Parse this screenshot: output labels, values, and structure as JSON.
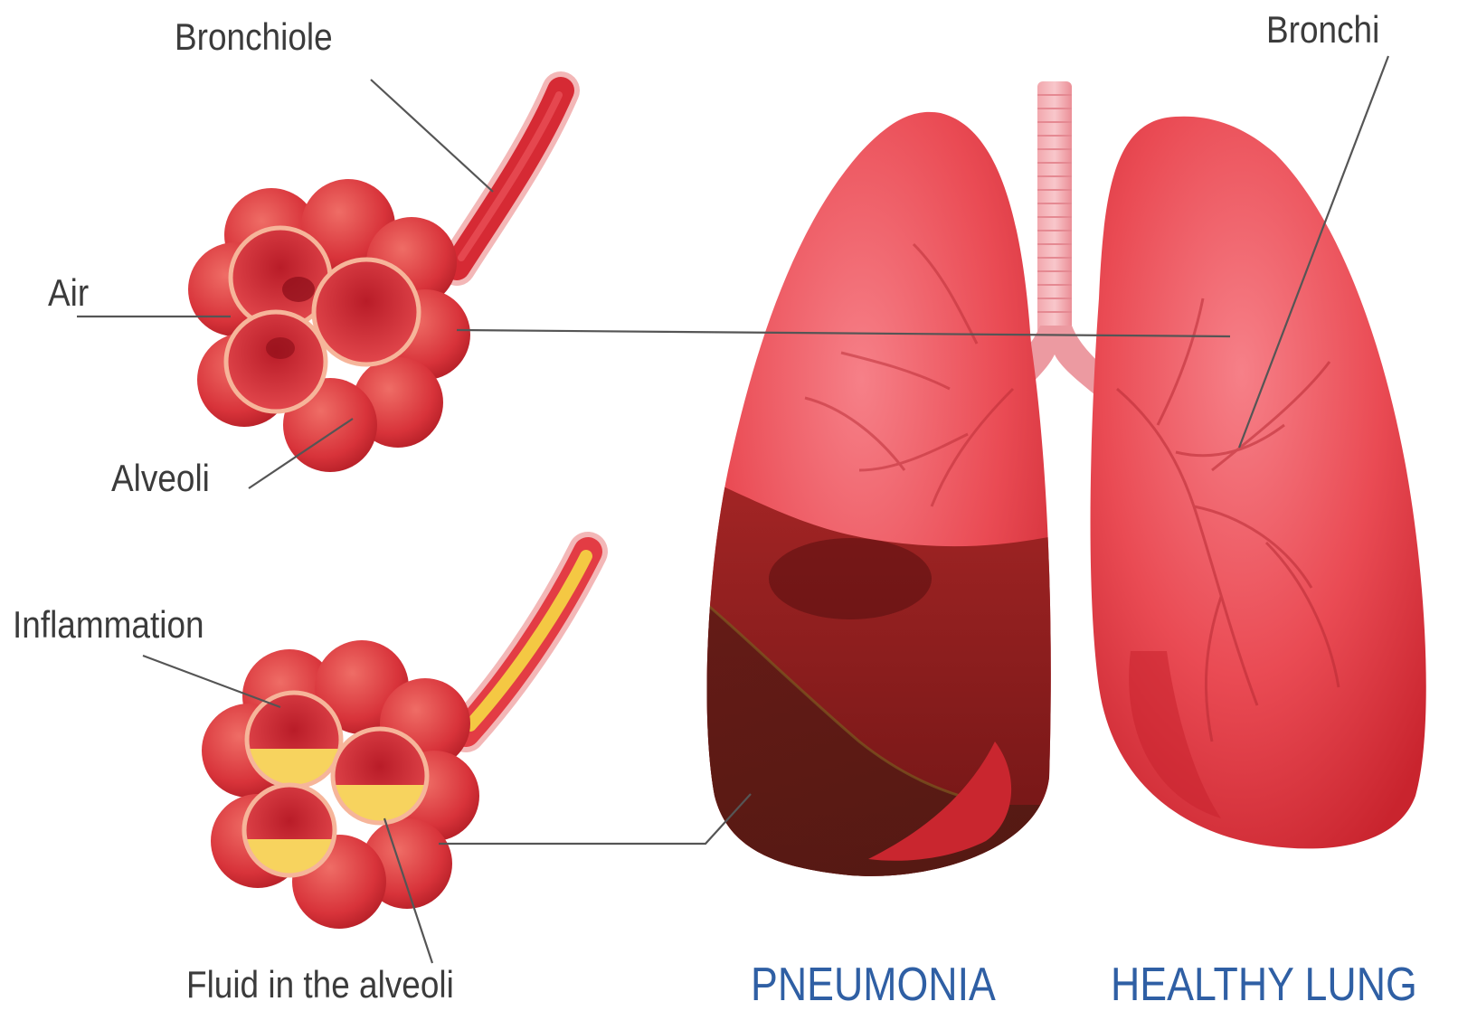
{
  "labels": {
    "bronchiole": "Bronchiole",
    "air": "Air",
    "alveoli": "Alveoli",
    "inflammation": "Inflammation",
    "fluid": "Fluid in the alveoli",
    "bronchi": "Bronchi"
  },
  "captions": {
    "pneumonia": "PNEUMONIA",
    "healthy": "HEALTHY LUNG"
  },
  "colors": {
    "lung_healthy": "#ec4a52",
    "lung_diseased": "#8e1c1c",
    "fluid": "#f7d35e",
    "caption": "#2f5fa4"
  }
}
